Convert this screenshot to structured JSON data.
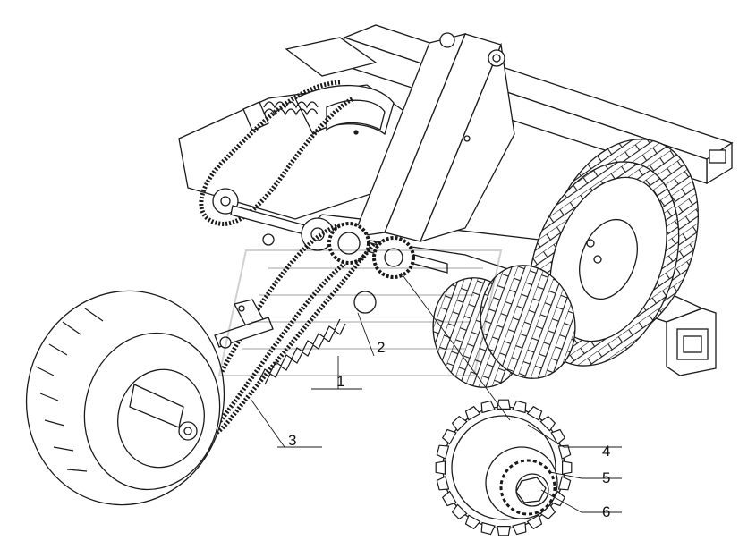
{
  "diagram": {
    "callouts": [
      {
        "id": "1",
        "label": "1"
      },
      {
        "id": "2",
        "label": "2"
      },
      {
        "id": "3",
        "label": "3"
      },
      {
        "id": "4",
        "label": "4"
      },
      {
        "id": "5",
        "label": "5"
      },
      {
        "id": "6",
        "label": "6"
      }
    ]
  },
  "colors": {
    "line": "#1a1a1a",
    "fill": "#ffffff",
    "shade": "#e8e8e8"
  }
}
